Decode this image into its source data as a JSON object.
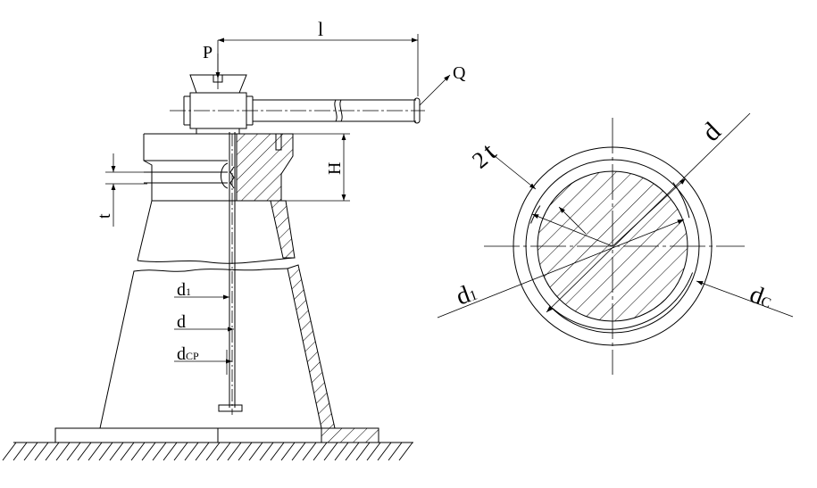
{
  "diagram": {
    "jack_labels": {
      "force_p": "P",
      "lever_length": "l",
      "force_q": "Q",
      "nut_height": "H",
      "thread_pitch": "t",
      "minor_diameter_base": "d",
      "minor_diameter_sub": "1",
      "major_diameter": "d",
      "mean_diameter_base": "d",
      "mean_diameter_sub": "CP"
    },
    "section_labels": {
      "pitch_value": "2",
      "pitch_letter": "t",
      "major_diameter": "d",
      "minor_diameter_base": "d",
      "minor_diameter_sub": "1",
      "outer_diameter_base": "d",
      "outer_diameter_sub": "C"
    }
  }
}
